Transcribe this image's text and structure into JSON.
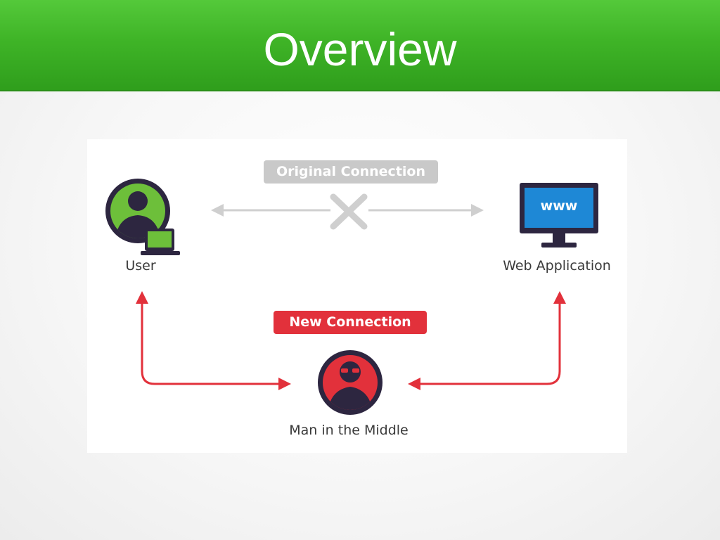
{
  "slide": {
    "title": "Overview"
  },
  "diagram": {
    "original_connection_label": "Original Connection",
    "new_connection_label": "New Connection",
    "user_label": "User",
    "web_application_label": "Web Application",
    "mitm_label": "Man in the Middle",
    "screen_text": "www"
  },
  "colors": {
    "title_bar": "#3fb427",
    "attack_red": "#e2313b",
    "original_gray": "#c9c9c9",
    "node_dark": "#2d2640",
    "user_green": "#6dbf3a",
    "screen_blue": "#1e88d6"
  },
  "icons": {
    "user": "user-with-laptop-icon",
    "web_application": "monitor-www-icon",
    "man_in_the_middle": "masked-attacker-icon",
    "broken_link": "x-mark-icon"
  }
}
